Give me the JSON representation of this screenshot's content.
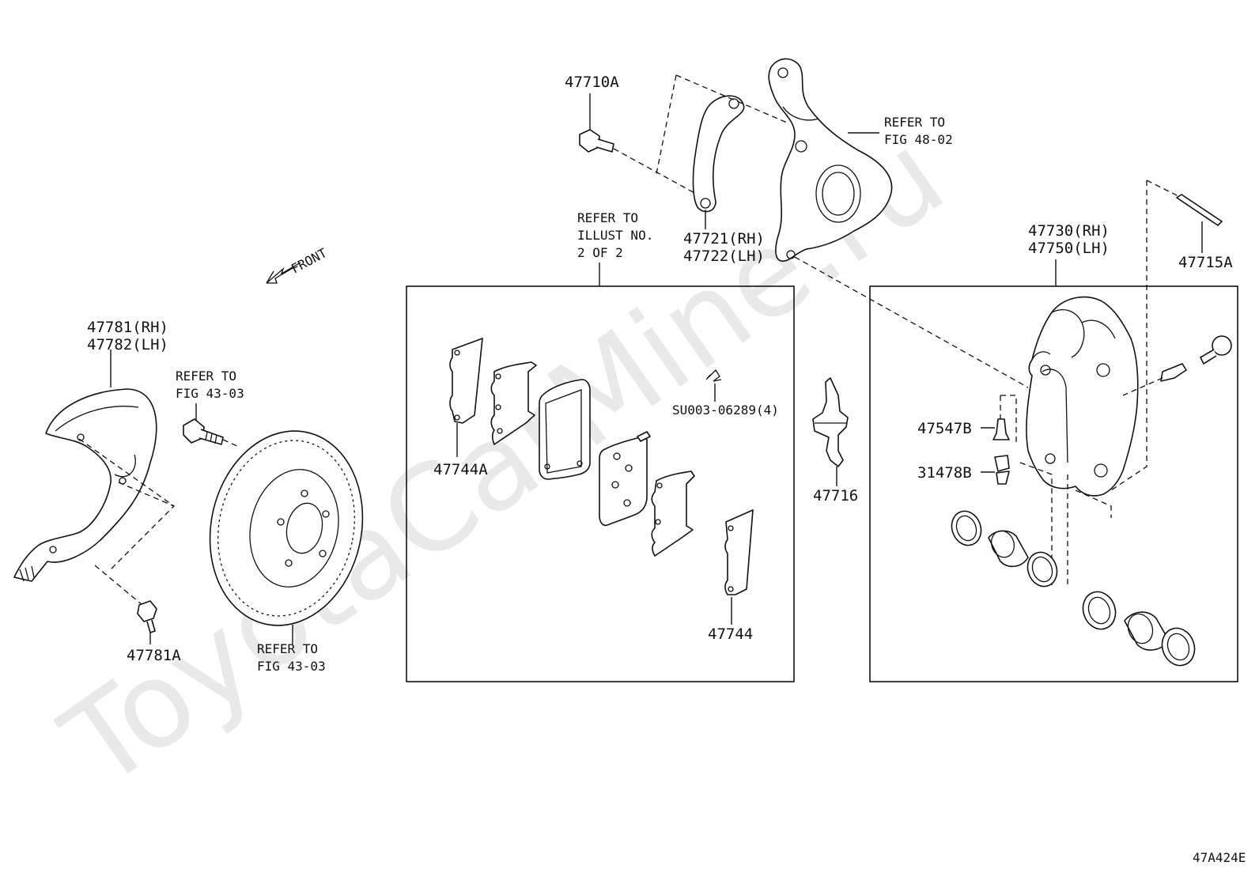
{
  "watermark": "ToyotaCarMine.ru",
  "figure_code": "47A424E",
  "front_label": "FRONT",
  "parts": {
    "p47710A": "47710A",
    "p47721": "47721(RH)",
    "p47722": "47722(LH)",
    "knuckle_ref_1": "REFER TO",
    "knuckle_ref_2": "FIG 48-02",
    "illust_ref_1": "REFER TO",
    "illust_ref_2": "ILLUST NO.",
    "illust_ref_3": "2 OF 2",
    "p47730": "47730(RH)",
    "p47750": "47750(LH)",
    "p47715A": "47715A",
    "p47781": "47781(RH)",
    "p47782": "47782(LH)",
    "bolt_ref_1": "REFER TO",
    "bolt_ref_2": "FIG 43-03",
    "p47781A": "47781A",
    "disc_ref_1": "REFER TO",
    "disc_ref_2": "FIG 43-03",
    "p47744A": "47744A",
    "pSU003": "SU003-06289(4)",
    "p47744": "47744",
    "p47716": "47716",
    "p47547B": "47547B",
    "p31478B": "31478B"
  }
}
